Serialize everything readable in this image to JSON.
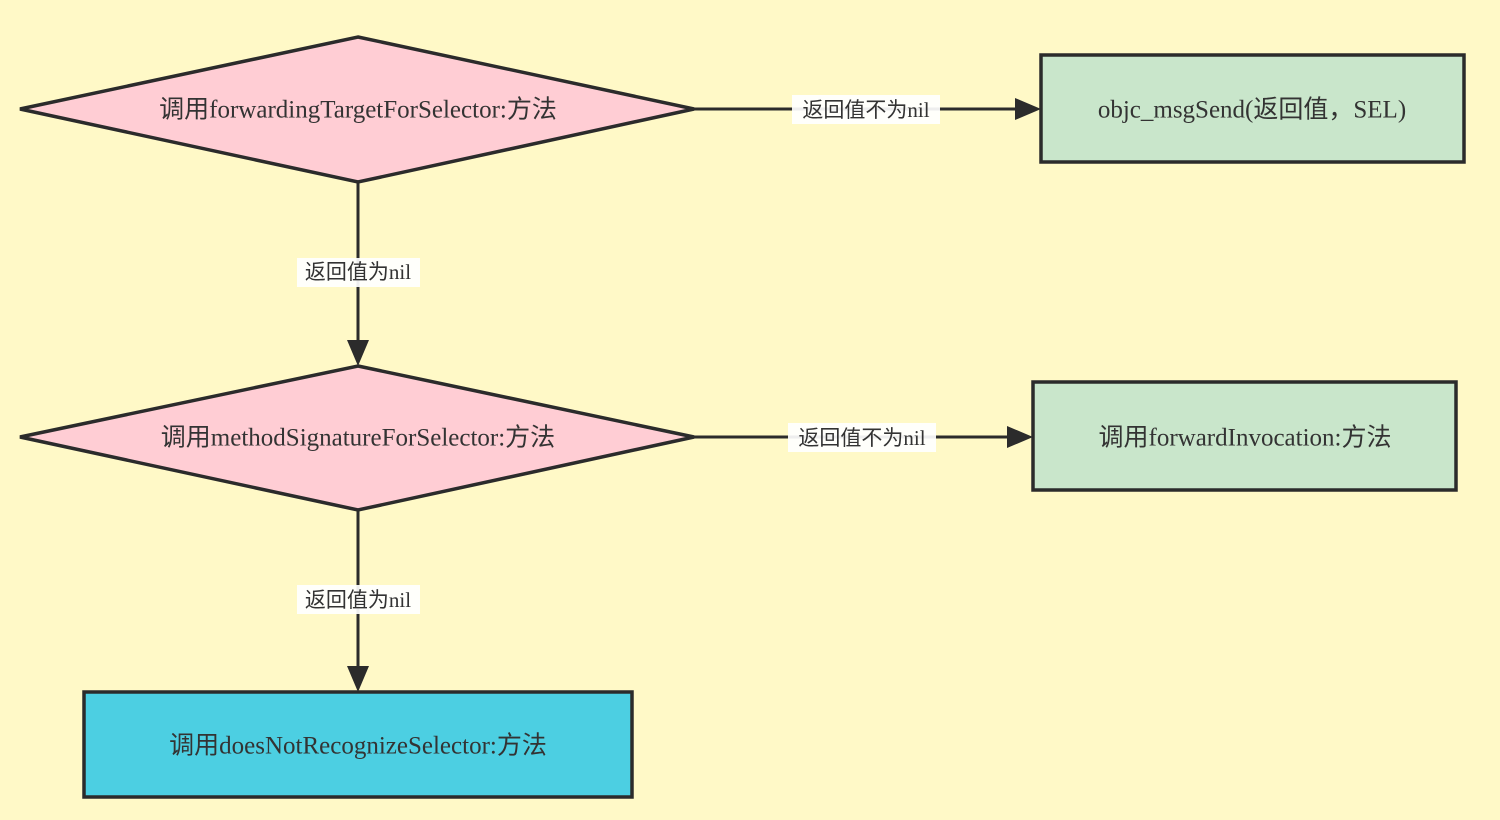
{
  "diagram": {
    "type": "flowchart",
    "background_color": "#fff9c7",
    "colors": {
      "decision_fill": "#ffcdd4",
      "result_fill": "#c9e6cb",
      "terminal_fill": "#4ccfe2",
      "stroke": "#2b2b2b",
      "text": "#333333"
    },
    "nodes": [
      {
        "id": "n1",
        "shape": "diamond",
        "label": "调用forwardingTargetForSelector:方法"
      },
      {
        "id": "n2",
        "shape": "rect",
        "label": "objc_msgSend(返回值，SEL)"
      },
      {
        "id": "n3",
        "shape": "diamond",
        "label": "调用methodSignatureForSelector:方法"
      },
      {
        "id": "n4",
        "shape": "rect",
        "label": "调用forwardInvocation:方法"
      },
      {
        "id": "n5",
        "shape": "rect",
        "label": "调用doesNotRecognizeSelector:方法"
      }
    ],
    "edges": [
      {
        "from": "n1",
        "to": "n2",
        "label": "返回值不为nil"
      },
      {
        "from": "n1",
        "to": "n3",
        "label": "返回值为nil"
      },
      {
        "from": "n3",
        "to": "n4",
        "label": "返回值不为nil"
      },
      {
        "from": "n3",
        "to": "n5",
        "label": "返回值为nil"
      }
    ]
  }
}
